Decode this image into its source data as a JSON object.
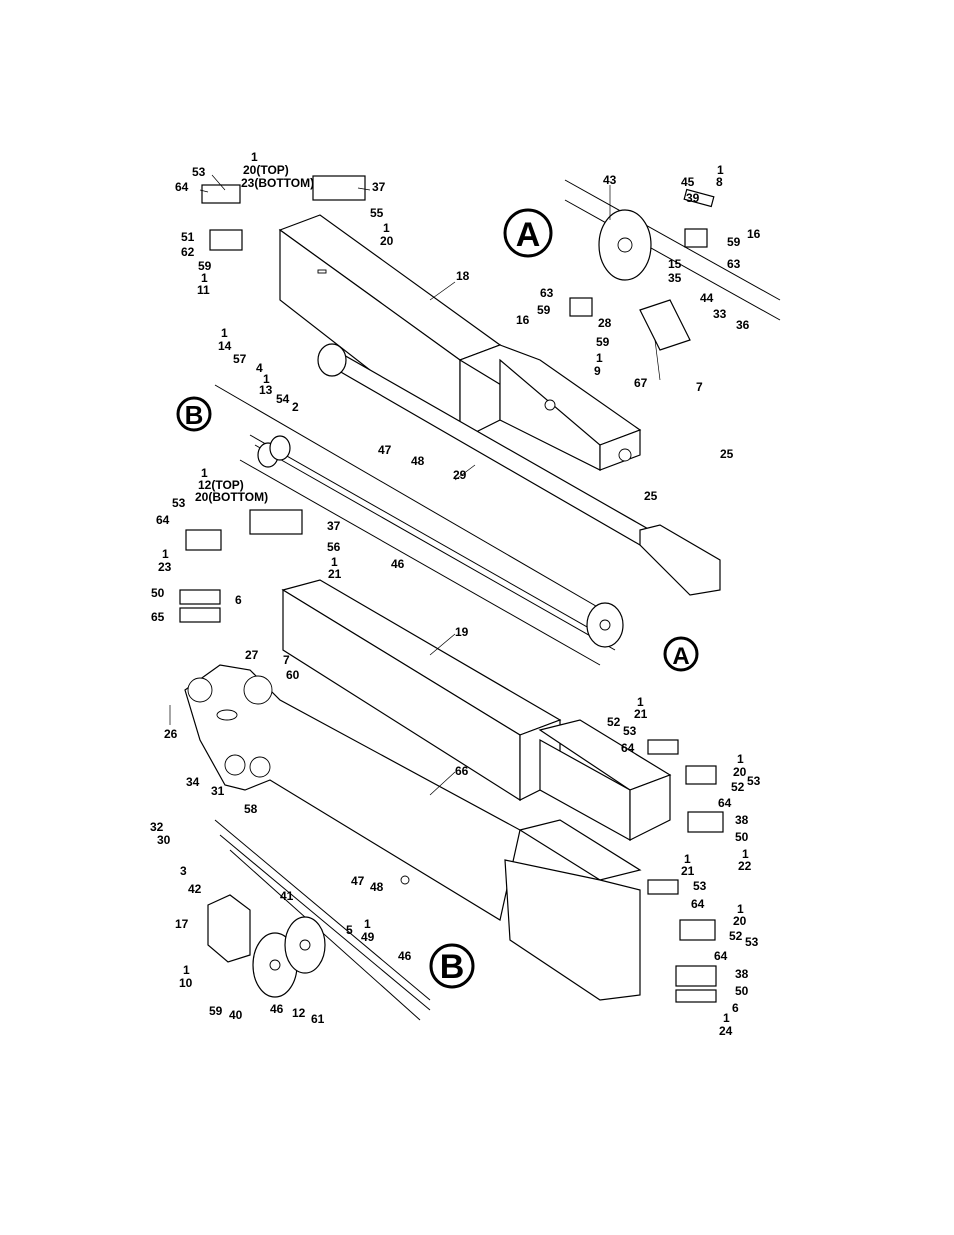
{
  "figure": {
    "detail_markers": [
      "A",
      "B"
    ],
    "callouts": [
      {
        "id": "c53a",
        "text": "53"
      },
      {
        "id": "c1a",
        "text": "1"
      },
      {
        "id": "c20top",
        "text": "20(TOP)"
      },
      {
        "id": "c23bot",
        "text": "23(BOTTOM)"
      },
      {
        "id": "c64a",
        "text": "64"
      },
      {
        "id": "c37a",
        "text": "37"
      },
      {
        "id": "c55",
        "text": "55"
      },
      {
        "id": "c1b",
        "text": "1"
      },
      {
        "id": "c20a",
        "text": "20"
      },
      {
        "id": "c51",
        "text": "51"
      },
      {
        "id": "c62",
        "text": "62"
      },
      {
        "id": "c59a",
        "text": "59"
      },
      {
        "id": "c1c",
        "text": "1"
      },
      {
        "id": "c11",
        "text": "11"
      },
      {
        "id": "c18",
        "text": "18"
      },
      {
        "id": "c1d",
        "text": "1"
      },
      {
        "id": "c14",
        "text": "14"
      },
      {
        "id": "c57",
        "text": "57"
      },
      {
        "id": "c4",
        "text": "4"
      },
      {
        "id": "c1e",
        "text": "1"
      },
      {
        "id": "c13",
        "text": "13"
      },
      {
        "id": "c54",
        "text": "54"
      },
      {
        "id": "c2",
        "text": "2"
      },
      {
        "id": "c43",
        "text": "43"
      },
      {
        "id": "c45",
        "text": "45"
      },
      {
        "id": "c1f",
        "text": "1"
      },
      {
        "id": "c8",
        "text": "8"
      },
      {
        "id": "c39",
        "text": "39"
      },
      {
        "id": "c16a",
        "text": "16"
      },
      {
        "id": "c59b",
        "text": "59"
      },
      {
        "id": "c63a",
        "text": "63"
      },
      {
        "id": "c15",
        "text": "15"
      },
      {
        "id": "c35",
        "text": "35"
      },
      {
        "id": "c44",
        "text": "44"
      },
      {
        "id": "c63b",
        "text": "63"
      },
      {
        "id": "c59c",
        "text": "59"
      },
      {
        "id": "c16b",
        "text": "16"
      },
      {
        "id": "c28",
        "text": "28"
      },
      {
        "id": "c33",
        "text": "33"
      },
      {
        "id": "c36",
        "text": "36"
      },
      {
        "id": "c59d",
        "text": "59"
      },
      {
        "id": "c1g",
        "text": "1"
      },
      {
        "id": "c9",
        "text": "9"
      },
      {
        "id": "c67",
        "text": "67"
      },
      {
        "id": "c7a",
        "text": "7"
      },
      {
        "id": "c25a",
        "text": "25"
      },
      {
        "id": "c25b",
        "text": "25"
      },
      {
        "id": "c29",
        "text": "29"
      },
      {
        "id": "c47a",
        "text": "47"
      },
      {
        "id": "c48a",
        "text": "48"
      },
      {
        "id": "c46a",
        "text": "46"
      },
      {
        "id": "c1h",
        "text": "1"
      },
      {
        "id": "c12top",
        "text": "12(TOP)"
      },
      {
        "id": "c20bot",
        "text": "20(BOTTOM)"
      },
      {
        "id": "c53b",
        "text": "53"
      },
      {
        "id": "c64b",
        "text": "64"
      },
      {
        "id": "c37b",
        "text": "37"
      },
      {
        "id": "c56",
        "text": "56"
      },
      {
        "id": "c1i",
        "text": "1"
      },
      {
        "id": "c21a",
        "text": "21"
      },
      {
        "id": "c1j",
        "text": "1"
      },
      {
        "id": "c23a",
        "text": "23"
      },
      {
        "id": "c50a",
        "text": "50"
      },
      {
        "id": "c6a",
        "text": "6"
      },
      {
        "id": "c65",
        "text": "65"
      },
      {
        "id": "c19",
        "text": "19"
      },
      {
        "id": "c27",
        "text": "27"
      },
      {
        "id": "c7b",
        "text": "7"
      },
      {
        "id": "c60",
        "text": "60"
      },
      {
        "id": "c26",
        "text": "26"
      },
      {
        "id": "c66",
        "text": "66"
      },
      {
        "id": "c1k",
        "text": "1"
      },
      {
        "id": "c21b",
        "text": "21"
      },
      {
        "id": "c52a",
        "text": "52"
      },
      {
        "id": "c53c",
        "text": "53"
      },
      {
        "id": "c64c",
        "text": "64"
      },
      {
        "id": "c1l",
        "text": "1"
      },
      {
        "id": "c20b",
        "text": "20"
      },
      {
        "id": "c52b",
        "text": "52"
      },
      {
        "id": "c53d",
        "text": "53"
      },
      {
        "id": "c64d",
        "text": "64"
      },
      {
        "id": "c38a",
        "text": "38"
      },
      {
        "id": "c50b",
        "text": "50"
      },
      {
        "id": "c1m",
        "text": "1"
      },
      {
        "id": "c22",
        "text": "22"
      },
      {
        "id": "c1n",
        "text": "1"
      },
      {
        "id": "c21c",
        "text": "21"
      },
      {
        "id": "c53e",
        "text": "53"
      },
      {
        "id": "c64e",
        "text": "64"
      },
      {
        "id": "c1o",
        "text": "1"
      },
      {
        "id": "c20c",
        "text": "20"
      },
      {
        "id": "c52c",
        "text": "52"
      },
      {
        "id": "c53f",
        "text": "53"
      },
      {
        "id": "c64f",
        "text": "64"
      },
      {
        "id": "c38b",
        "text": "38"
      },
      {
        "id": "c50c",
        "text": "50"
      },
      {
        "id": "c6b",
        "text": "6"
      },
      {
        "id": "c1p",
        "text": "1"
      },
      {
        "id": "c24",
        "text": "24"
      },
      {
        "id": "c34",
        "text": "34"
      },
      {
        "id": "c31",
        "text": "31"
      },
      {
        "id": "c32",
        "text": "32"
      },
      {
        "id": "c30",
        "text": "30"
      },
      {
        "id": "c58",
        "text": "58"
      },
      {
        "id": "c3",
        "text": "3"
      },
      {
        "id": "c42",
        "text": "42"
      },
      {
        "id": "c41",
        "text": "41"
      },
      {
        "id": "c47b",
        "text": "47"
      },
      {
        "id": "c48b",
        "text": "48"
      },
      {
        "id": "c17",
        "text": "17"
      },
      {
        "id": "c1q",
        "text": "1"
      },
      {
        "id": "c49",
        "text": "49"
      },
      {
        "id": "c5",
        "text": "5"
      },
      {
        "id": "c46b",
        "text": "46"
      },
      {
        "id": "c1r",
        "text": "1"
      },
      {
        "id": "c10",
        "text": "10"
      },
      {
        "id": "c59e",
        "text": "59"
      },
      {
        "id": "c40",
        "text": "40"
      },
      {
        "id": "c46c",
        "text": "46"
      },
      {
        "id": "c12",
        "text": "12"
      },
      {
        "id": "c61",
        "text": "61"
      }
    ]
  }
}
